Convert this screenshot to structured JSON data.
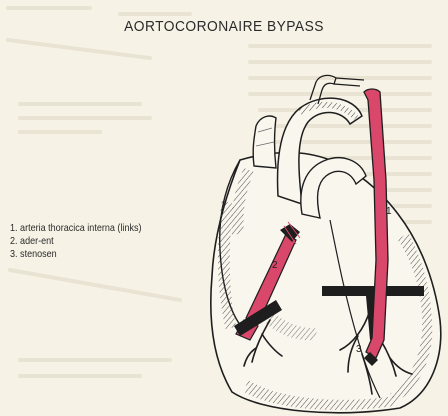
{
  "title": "AORTOCORONAIRE   BYPASS",
  "legend": [
    {
      "number": "1.",
      "text": "arteria thoracica interna (links)"
    },
    {
      "number": "2.",
      "text": "ader-ent"
    },
    {
      "number": "3.",
      "text": "stenosen"
    }
  ],
  "diagram_labels": {
    "graft_thoracica": "1",
    "graft_vein": "2",
    "stenosis": "3"
  },
  "colors": {
    "background": "#f6f2e6",
    "graft": "#d9476a",
    "outline": "#1e1e1e",
    "bleed_text": "#e3ddcc"
  }
}
